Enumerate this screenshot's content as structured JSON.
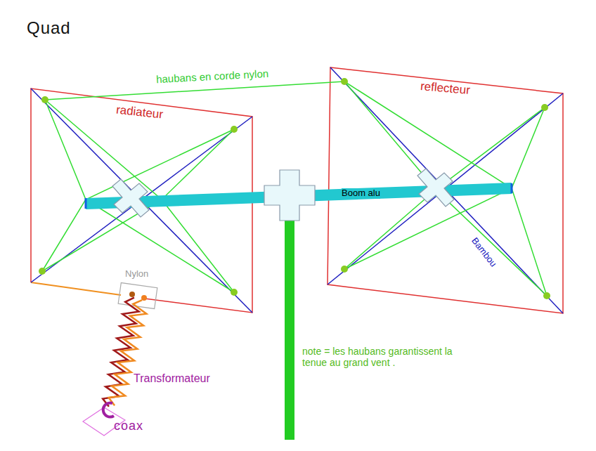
{
  "diagram": {
    "title": "Quad",
    "labels": [
      "haubans en corde nylon",
      "radiateur",
      "reflecteur",
      "Boom alu",
      "Bambou",
      "Nylon",
      "Transformateur",
      "coax",
      "note = les haubans garantissent la tenue au grand vent ."
    ]
  }
}
